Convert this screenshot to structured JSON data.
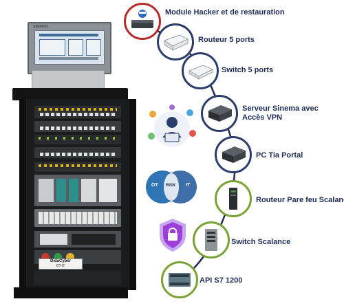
{
  "devices": [
    {
      "label": "Module Hacker et de restauration"
    },
    {
      "label": "Routeur 5 ports"
    },
    {
      "label": "Switch 5 ports"
    },
    {
      "label": "Serveur Sinema avec",
      "label2": "Accès VPN"
    },
    {
      "label": "PC Tia Portal"
    },
    {
      "label": "Routeur Pare feu Scalance"
    },
    {
      "label": "Switch  Scalance"
    },
    {
      "label": "API S7 1200"
    }
  ],
  "rack": {
    "brand_plate_line1": "DidaCyber",
    "brand_plate_line2": "OT-IT",
    "screen_brand": "SIEMENS"
  },
  "venn": {
    "left": "OT",
    "middle": "RISK",
    "right": "IT"
  },
  "colors": {
    "chain_line": "#1e2b56",
    "highlight_first": "#b52b2b",
    "highlight_green": "#7aa233",
    "shield": "#9b3fd8"
  }
}
